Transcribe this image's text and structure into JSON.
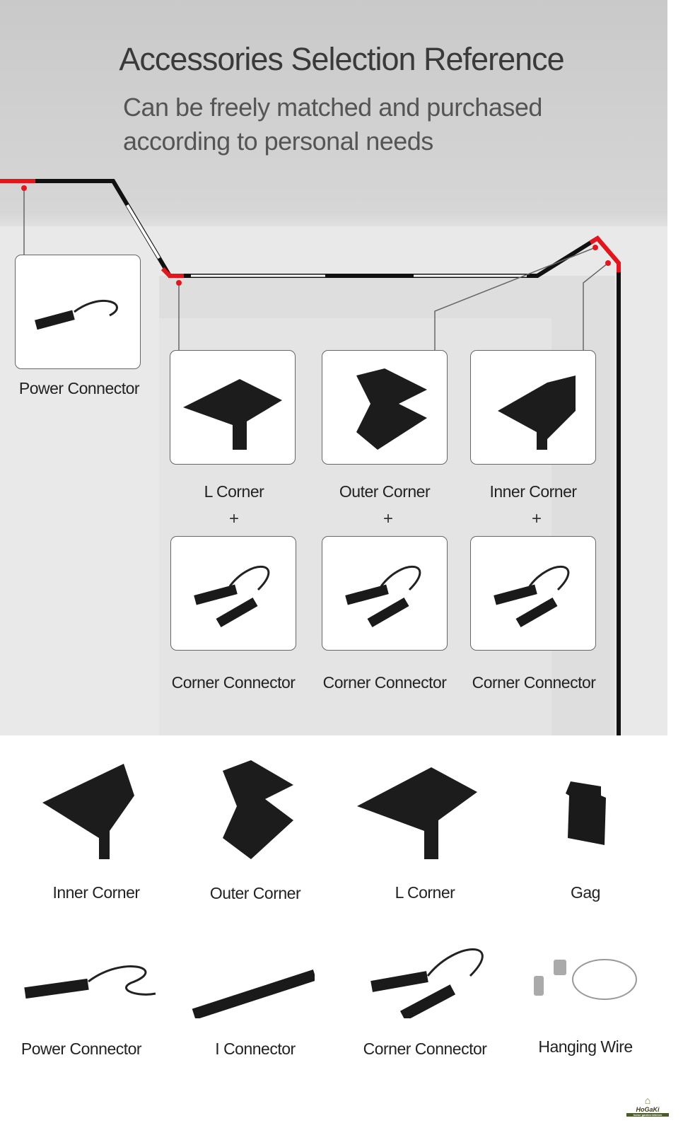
{
  "header": {
    "title": "Accessories Selection Reference",
    "subtitle_line1": "Can be freely matched and purchased",
    "subtitle_line2": "according to personal needs"
  },
  "diagram": {
    "power_connector": "Power Connector",
    "corners": [
      {
        "label": "L Corner",
        "connector": "Corner Connector"
      },
      {
        "label": "Outer Corner",
        "connector": "Corner Connector"
      },
      {
        "label": "Inner Corner",
        "connector": "Corner Connector"
      }
    ],
    "plus": "+"
  },
  "catalog": [
    {
      "label": "Inner Corner",
      "icon": "inner-corner"
    },
    {
      "label": "Outer Corner",
      "icon": "outer-corner"
    },
    {
      "label": "L Corner",
      "icon": "l-corner"
    },
    {
      "label": "Gag",
      "icon": "gag"
    },
    {
      "label": "Power Connector",
      "icon": "power-connector"
    },
    {
      "label": "I Connector",
      "icon": "i-connector"
    },
    {
      "label": "Corner Connector",
      "icon": "corner-connector"
    },
    {
      "label": "Hanging Wire",
      "icon": "hanging-wire"
    }
  ],
  "logo": {
    "name": "HoGaKi",
    "tagline": "Home - garden - kitchen"
  },
  "colors": {
    "accent": "#e8141b",
    "track": "#111111"
  }
}
